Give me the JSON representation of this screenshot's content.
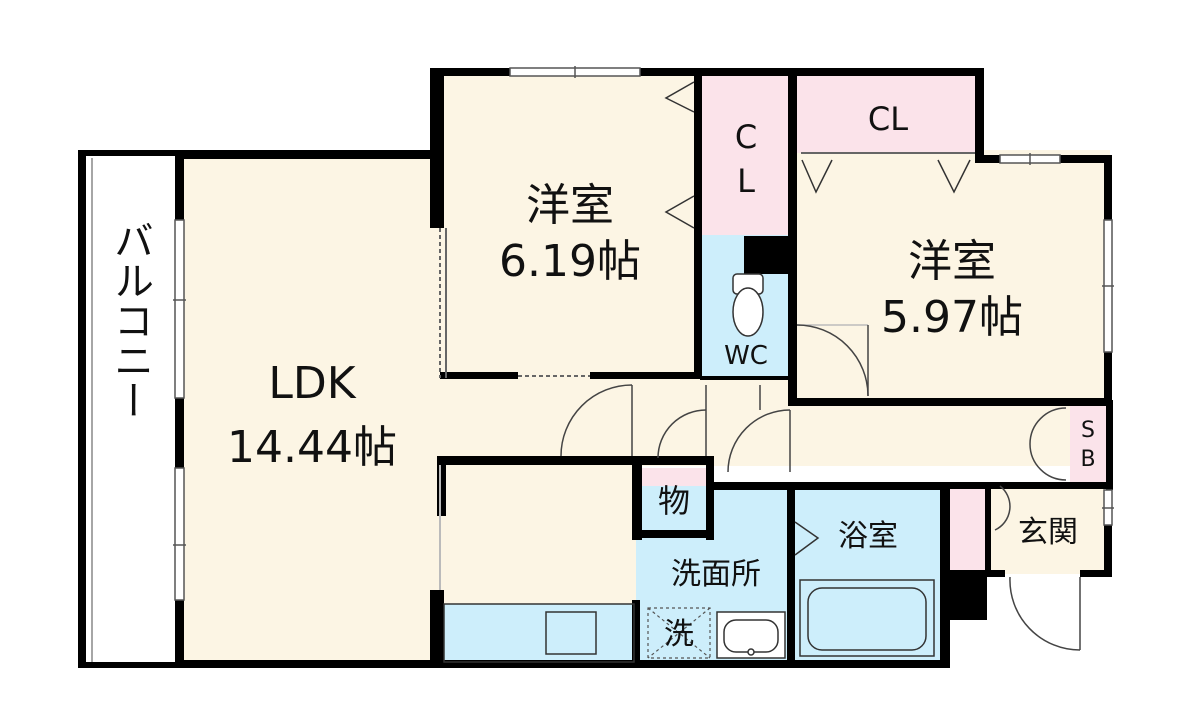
{
  "rooms": {
    "ldk": {
      "name": "LDK",
      "size": "14.44帖"
    },
    "western1": {
      "name": "洋室",
      "size": "6.19帖"
    },
    "western2": {
      "name": "洋室",
      "size": "5.97帖"
    },
    "closet1": {
      "c": "C",
      "l": "L"
    },
    "closet2": {
      "label": "CL"
    },
    "wc": {
      "label": "WC"
    },
    "storage": {
      "label": "物"
    },
    "shoebox": {
      "s": "S",
      "b": "B"
    },
    "washroom": {
      "label": "洗面所"
    },
    "washer": {
      "label": "洗"
    },
    "bath": {
      "label": "浴室"
    },
    "entrance": {
      "label": "玄関"
    },
    "balcony": {
      "label": "バルコニー"
    }
  },
  "colors": {
    "wall": "#000000",
    "floor": "#fcf5e4",
    "closet": "#fbe3ea",
    "water": "#cdeefb",
    "balcony": "#ffffff"
  }
}
